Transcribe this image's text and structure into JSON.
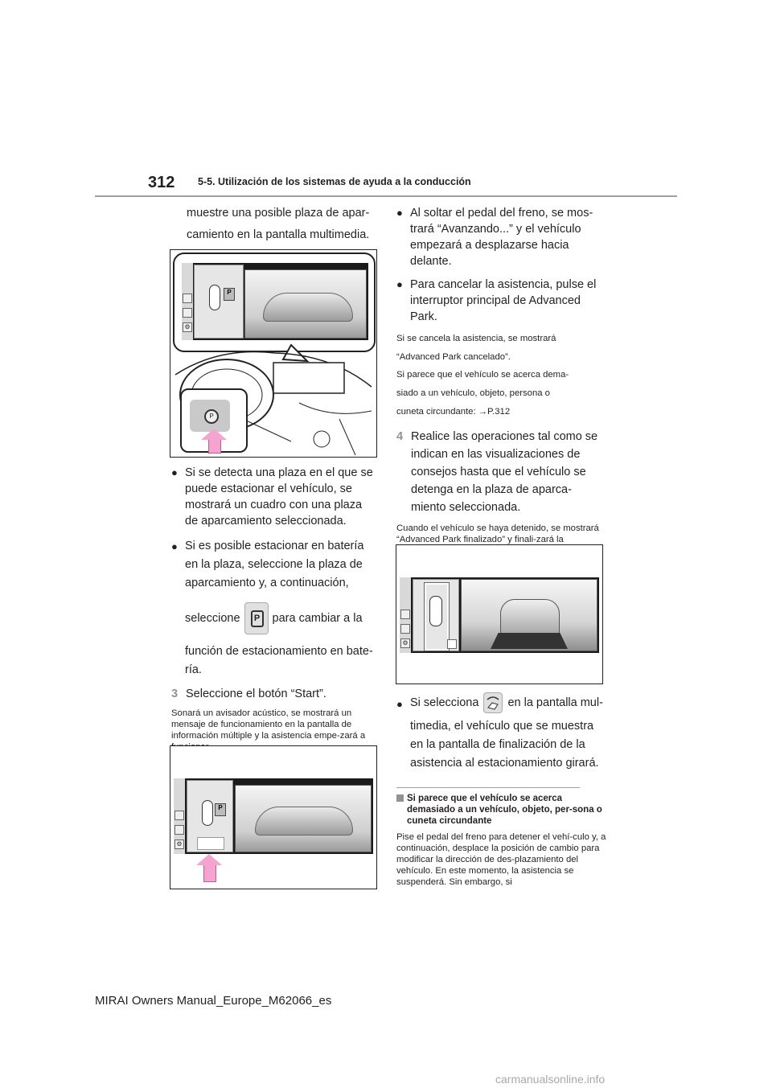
{
  "header": {
    "page_number": "312",
    "section_title": "5-5. Utilización de los sistemas de ayuda a la conducción"
  },
  "left": {
    "intro": "muestre una posible plaza de apar-",
    "intro2": "camiento en la pantalla multimedia.",
    "bullet1": "Si se detecta una plaza en el que se puede estacionar el vehículo, se mostrará un cuadro con una plaza de aparcamiento seleccionada.",
    "bullet2_a": "Si es posible estacionar en batería",
    "bullet2_b": "en la plaza, seleccione la plaza de",
    "bullet2_c": "aparcamiento y, a continuación,",
    "bullet2_d1": "seleccione",
    "bullet2_d2": "para cambiar a la",
    "bullet2_e": "función de estacionamiento en bate-",
    "bullet2_f": "ría.",
    "step3_num": "3",
    "step3_text": "Seleccione el botón “Start”.",
    "note3": "Sonará un avisador acústico, se mostrará un mensaje de funcionamiento en la pantalla de información múltiple y la asistencia empe-zará a funcionar."
  },
  "right": {
    "bullet1": "Al soltar el pedal del freno, se mos-trará “Avanzando...” y el vehículo empezará a desplazarse hacia delante.",
    "bullet2": "Para cancelar la asistencia, pulse el interruptor principal de Advanced Park.",
    "note1a": "Si se cancela la asistencia, se mostrará",
    "note1b": "“Advanced Park cancelado”.",
    "note2a": "Si parece que el vehículo se acerca dema-",
    "note2b": "siado a un vehículo, objeto, persona o",
    "note2c": "cuneta circundante: ",
    "note2_ref": "→P.312",
    "step4_num": "4",
    "step4_a": "Realice las operaciones tal como se",
    "step4_b": "indican en las visualizaciones de",
    "step4_c": "consejos hasta que el vehículo se",
    "step4_d": "detenga en la plaza de aparca-",
    "step4_e": "miento seleccionada.",
    "note3": "Cuando el vehículo se haya detenido, se mostrará “Advanced Park finalizado” y finali-zará la asistencia al estacionamiento.",
    "bullet3_a1": "Si selecciona",
    "bullet3_a2": "en la pantalla mul-",
    "bullet3_b": "timedia, el vehículo que se muestra",
    "bullet3_c": "en la pantalla de finalización de la",
    "bullet3_d": "asistencia al estacionamiento girará.",
    "subheading": "Si parece que el vehículo se acerca demasiado a un vehículo, objeto, per-sona o cuneta circundante",
    "sub_text": "Pise el pedal del freno para detener el vehí-culo y, a continuación, desplace la posición de cambio para modificar la dirección de des-plazamiento del vehículo. En este momento, la asistencia se suspenderá. Sin embargo, si"
  },
  "figures": {
    "p_label": "P"
  },
  "footer": {
    "text": "MIRAI Owners Manual_Europe_M62066_es"
  },
  "watermark": {
    "text": "carmanualsonline.info"
  },
  "icons": [
    "parking-mode-icon",
    "rotate-car-icon",
    "pink-arrow-icon",
    "steering-wheel-icon"
  ]
}
